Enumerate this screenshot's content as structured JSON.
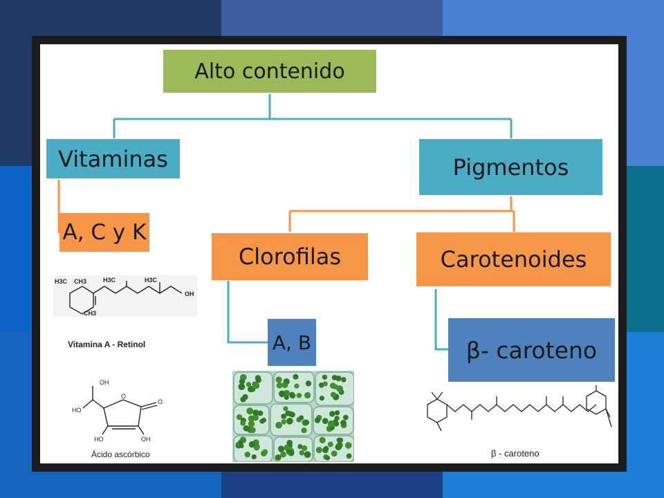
{
  "nodes": {
    "root": "Alto contenido",
    "vitaminas": "Vitaminas",
    "pigmentos": "Pigmentos",
    "vitaminas_list": "A, C y K",
    "clorofilas": "Clorofilas",
    "carotenoides": "Carotenoides",
    "clorofilas_types": "A, B",
    "beta_caroteno": "β- caroteno"
  },
  "figures": {
    "retinol_caption": "Vitamina A - Retinol",
    "ascorbic_caption": "Ácido ascórbico",
    "carotene_caption": "β - caroteno",
    "retinol_labels": [
      "H3C",
      "CH3",
      "H3C",
      "H3C",
      "OH",
      "CH3"
    ],
    "ascorbic_labels": [
      "OH",
      "HO",
      "O",
      "O",
      "HO",
      "OH"
    ]
  },
  "colors": {
    "root": "#9bbb59",
    "pigment": "#4bacc6",
    "vitamin": "#4bacc6",
    "orange": "#f79646",
    "beta": "#4f81bd",
    "blue_line": "#4bacc6",
    "orange_line": "#f79646"
  }
}
